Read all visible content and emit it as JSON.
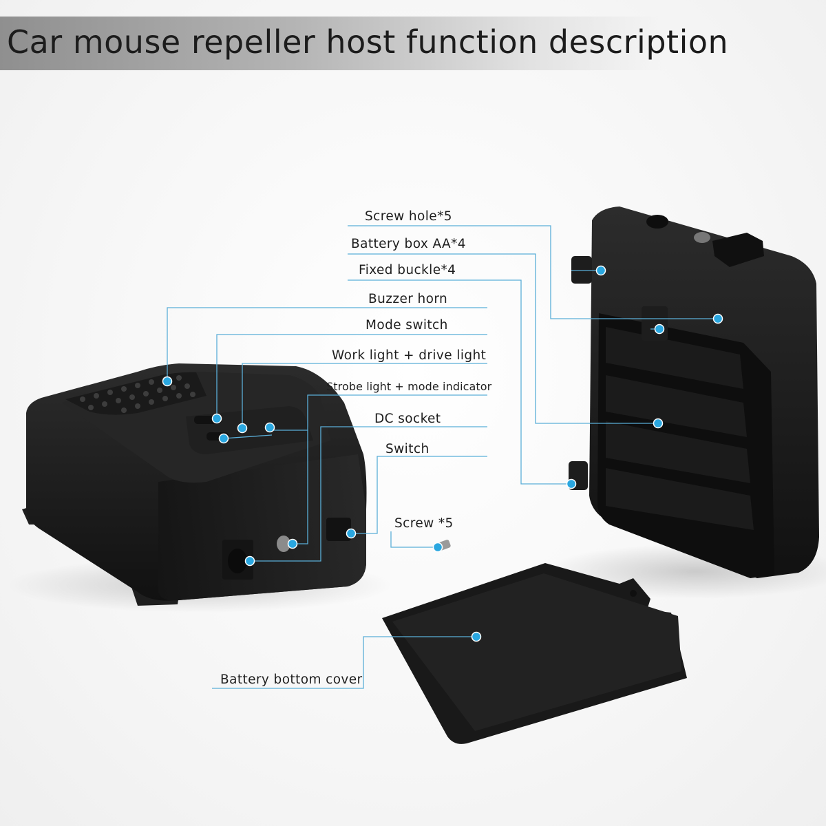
{
  "header": {
    "title": "Car mouse repeller host function description"
  },
  "callouts": {
    "screw_hole": "Screw hole*5",
    "battery_box": "Battery box AA*4",
    "fixed_buckle": "Fixed buckle*4",
    "buzzer_horn": "Buzzer horn",
    "mode_switch": "Mode switch",
    "work_light": "Work light + drive light",
    "strobe_light": "Strobe light + mode indicator",
    "dc_socket": "DC socket",
    "switch": "Switch",
    "screw": "Screw *5",
    "battery_cover": "Battery bottom cover"
  },
  "colors": {
    "leader_line": "#5aaed8",
    "marker_dot": "#2aa7e0",
    "device_body": "#1c1c1c"
  }
}
